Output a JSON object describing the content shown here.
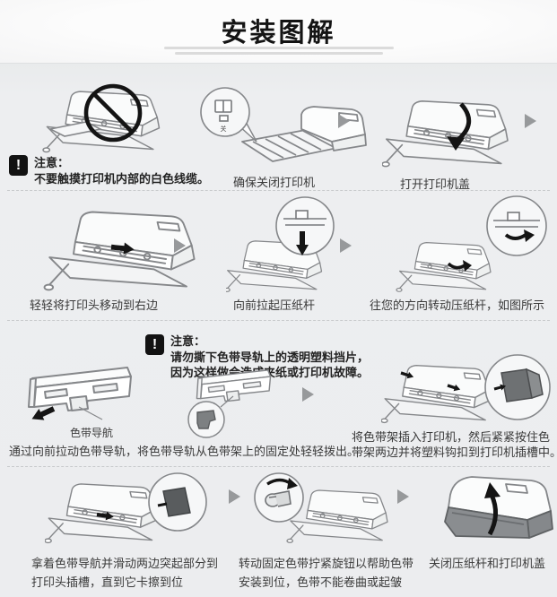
{
  "title": "安装图解",
  "icons": {
    "warning": "!"
  },
  "colors": {
    "panel_bg": "#ecedef",
    "caption": "#3a3a3a",
    "line_art": "#85878a",
    "next_arrow": "#97999b",
    "warning_bg": "#121212"
  },
  "s1": {
    "note_label": "注意：",
    "note_text": "不要触摸打印机内部的白色线缆。",
    "switch_label": "关",
    "cap_power": "确保关闭打印机",
    "cap_cover": "打开打印机盖"
  },
  "s2": {
    "cap_head": "轻轻将打印头移动到右边",
    "cap_lever": "向前拉起压纸杆",
    "cap_rotate": "往您的方向转动压纸杆，如图所示"
  },
  "s3": {
    "note_label": "注意：",
    "note_line1": "请勿撕下色带导轨上的透明塑料挡片，",
    "note_line2": "因为这样做会造成夹纸或打印机故障。",
    "ribbon_label": "色带导航",
    "cap_left": "通过向前拉动色带导轨，将色带导轨从色带架上的固定处轻轻拨出。",
    "cap_right1": "将色带架插入打印机，然后紧紧按住色",
    "cap_right2": "带架两边并将塑料钩扣到打印机插槽中。"
  },
  "s4": {
    "cap1_1": "拿着色带导航并滑动两边突起部分到",
    "cap1_2": "打印头插槽，直到它卡擦到位",
    "cap2_1": "转动固定色带拧紧旋钮以帮助色带",
    "cap2_2": "安装到位，色带不能卷曲或起皱",
    "cap3": "关闭压纸杆和打印机盖"
  }
}
